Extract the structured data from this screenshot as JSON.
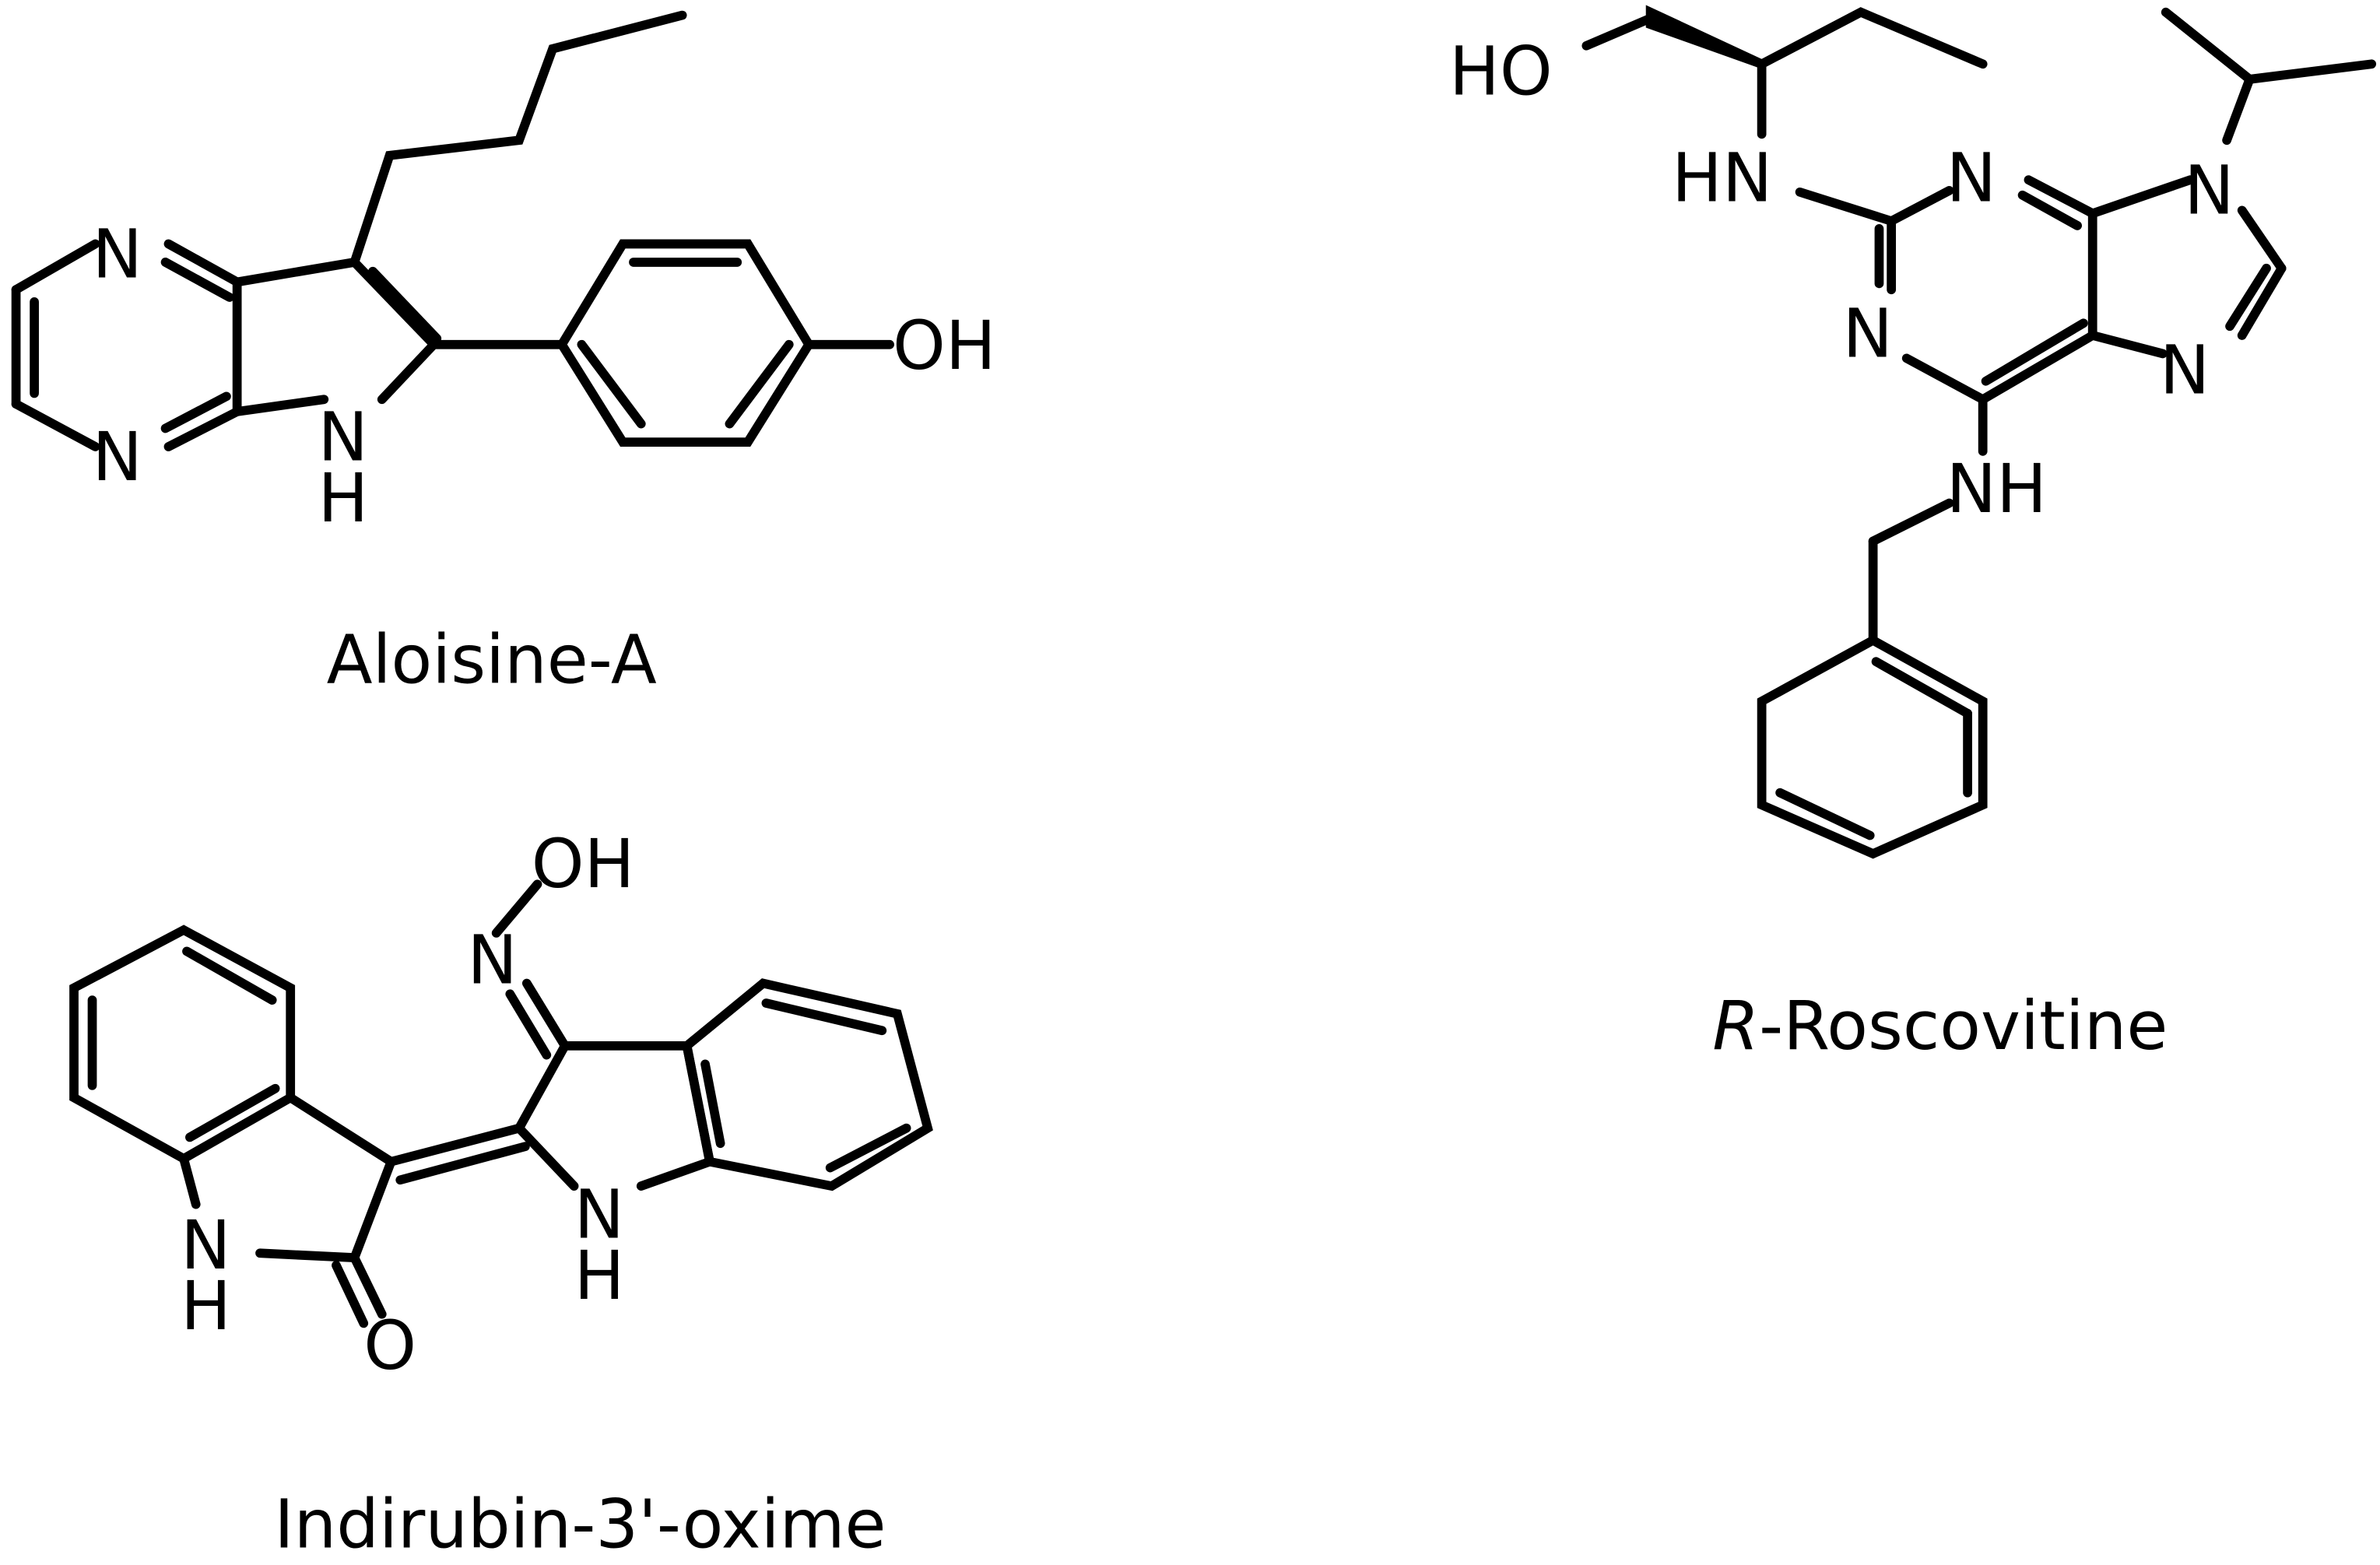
{
  "molecules": {
    "aloisine": {
      "name": "Aloisine-A",
      "atoms": {
        "n_top": "N",
        "n_bottom": "N",
        "nh_n": "N",
        "nh_h": "H",
        "oh": "OH"
      }
    },
    "roscovitine": {
      "name_prefix": "R",
      "name_rest": "-Roscovitine",
      "atoms": {
        "ho": "HO",
        "hn": "HN",
        "n1": "N",
        "n3": "N",
        "n7": "N",
        "n9": "N",
        "nh": "NH"
      }
    },
    "indirubin": {
      "name": "Indirubin-3'-oxime",
      "atoms": {
        "oh": "OH",
        "n_oxime": "N",
        "nh_left_n": "N",
        "nh_left_h": "H",
        "o": "O",
        "nh_right_n": "N",
        "nh_right_h": "H"
      }
    }
  }
}
